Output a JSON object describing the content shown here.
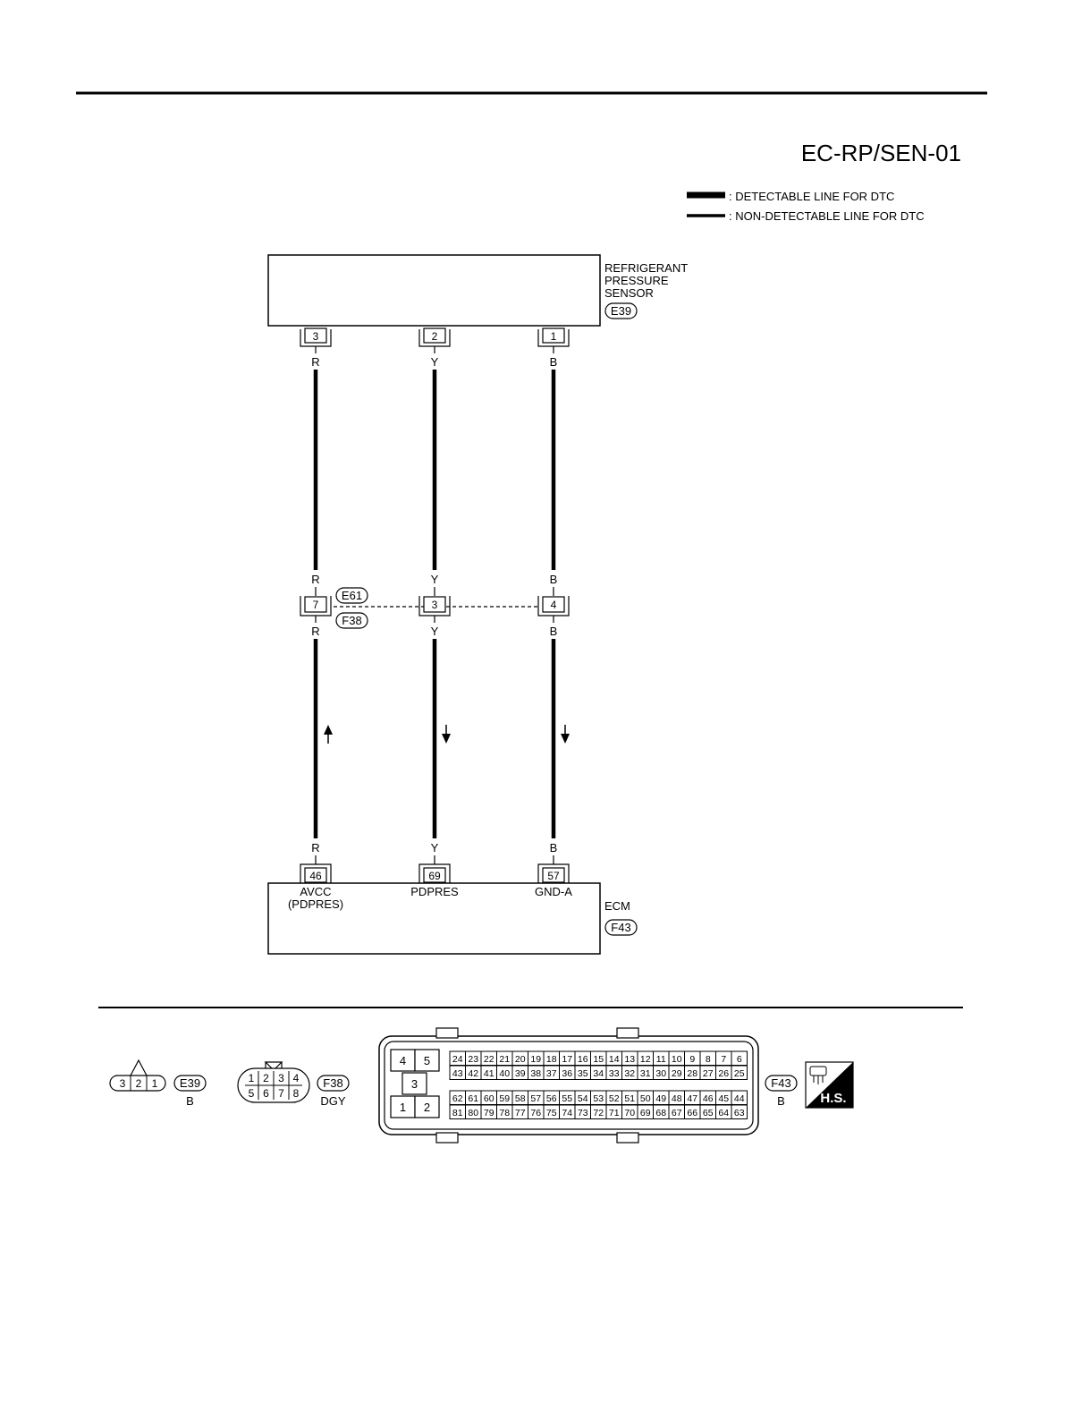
{
  "title": "EC-RP/SEN-01",
  "legend": [
    {
      "label": ": DETECTABLE LINE FOR DTC"
    },
    {
      "label": ": NON-DETECTABLE LINE FOR DTC"
    }
  ],
  "sensor": {
    "name_lines": [
      "REFRIGERANT",
      "PRESSURE",
      "SENSOR"
    ],
    "connector": "E39",
    "pins": [
      "3",
      "2",
      "1"
    ]
  },
  "wires": [
    {
      "color": "R",
      "sensor_pin": "3",
      "junction_pin": "7",
      "ecm_pin": "46",
      "ecm_label_lines": [
        "AVCC",
        "(PDPRES)"
      ],
      "arrow": "up"
    },
    {
      "color": "Y",
      "sensor_pin": "2",
      "junction_pin": "3",
      "ecm_pin": "69",
      "ecm_label_lines": [
        "PDPRES"
      ],
      "arrow": "down"
    },
    {
      "color": "B",
      "sensor_pin": "1",
      "junction_pin": "4",
      "ecm_pin": "57",
      "ecm_label_lines": [
        "GND-A"
      ],
      "arrow": "down"
    }
  ],
  "junction": {
    "connectors": [
      "E61",
      "F38"
    ]
  },
  "ecm": {
    "name": "ECM",
    "connector": "F43"
  },
  "connector_views": {
    "e39": {
      "id": "E39",
      "color": "B",
      "pins": [
        "3",
        "2",
        "1"
      ]
    },
    "f38": {
      "id": "F38",
      "color": "DGY",
      "top_pins": [
        "1",
        "2",
        "3",
        "4"
      ],
      "bottom_pins": [
        "5",
        "6",
        "7",
        "8"
      ]
    },
    "f43": {
      "id": "F43",
      "color": "B",
      "big_pins": [
        "4",
        "5",
        "3",
        "1",
        "2"
      ],
      "rows": [
        [
          "24",
          "23",
          "22",
          "21",
          "20",
          "19",
          "18",
          "17",
          "16",
          "15",
          "14",
          "13",
          "12",
          "11",
          "10",
          "9",
          "8",
          "7",
          "6"
        ],
        [
          "43",
          "42",
          "41",
          "40",
          "39",
          "38",
          "37",
          "36",
          "35",
          "34",
          "33",
          "32",
          "31",
          "30",
          "29",
          "28",
          "27",
          "26",
          "25"
        ],
        [
          "62",
          "61",
          "60",
          "59",
          "58",
          "57",
          "56",
          "55",
          "54",
          "53",
          "52",
          "51",
          "50",
          "49",
          "48",
          "47",
          "46",
          "45",
          "44"
        ],
        [
          "81",
          "80",
          "79",
          "78",
          "77",
          "76",
          "75",
          "74",
          "73",
          "72",
          "71",
          "70",
          "69",
          "68",
          "67",
          "66",
          "65",
          "64",
          "63"
        ]
      ]
    },
    "hs_badge": "H.S."
  }
}
